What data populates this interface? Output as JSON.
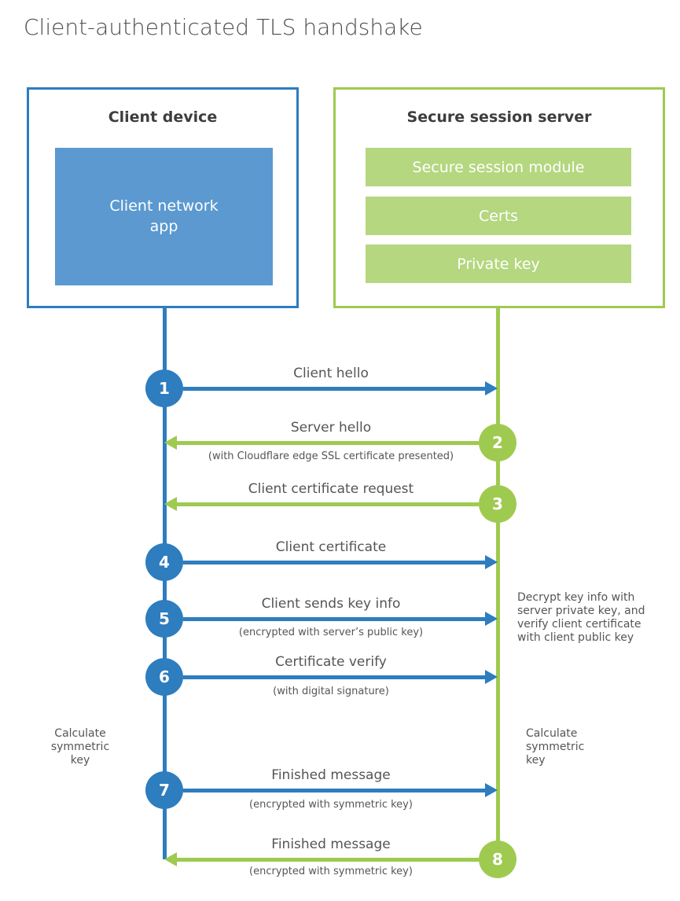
{
  "title": "Client-authenticated TLS handshake",
  "colors": {
    "blue": "#2d7dbf",
    "blue_fill": "#5b99d0",
    "green": "#9fca50",
    "green_fill": "#b4d77f",
    "heading_text": "#3d3d3d",
    "label_text": "#555555",
    "title_text": "#4d4d4d"
  },
  "client": {
    "header": "Client device",
    "app_line1": "Client network",
    "app_line2": "app"
  },
  "server": {
    "header": "Secure session server",
    "modules": [
      "Secure session module",
      "Certs",
      "Private key"
    ]
  },
  "steps": [
    {
      "num": "1",
      "from": "client",
      "direction": "right",
      "label": "Client hello",
      "sublabel": ""
    },
    {
      "num": "2",
      "from": "server",
      "direction": "left",
      "label": "Server hello",
      "sublabel": "(with Cloudflare edge SSL certificate presented)"
    },
    {
      "num": "3",
      "from": "server",
      "direction": "left",
      "label": "Client certificate request",
      "sublabel": ""
    },
    {
      "num": "4",
      "from": "client",
      "direction": "right",
      "label": "Client certificate",
      "sublabel": ""
    },
    {
      "num": "5",
      "from": "client",
      "direction": "right",
      "label": "Client sends key info",
      "sublabel": "(encrypted with server’s public key)"
    },
    {
      "num": "6",
      "from": "client",
      "direction": "right",
      "label": "Certificate verify",
      "sublabel": "(with digital signature)"
    },
    {
      "num": "7",
      "from": "client",
      "direction": "right",
      "label": "Finished message",
      "sublabel": "(encrypted with symmetric key)"
    },
    {
      "num": "8",
      "from": "server",
      "direction": "left",
      "label": "Finished message",
      "sublabel": "(encrypted with symmetric key)"
    }
  ],
  "notes": {
    "decrypt": "Decrypt key info with server private key, and verify client certificate with client public key",
    "calc_left": "Calculate symmetric key",
    "calc_right": "Calculate symmetric key"
  }
}
